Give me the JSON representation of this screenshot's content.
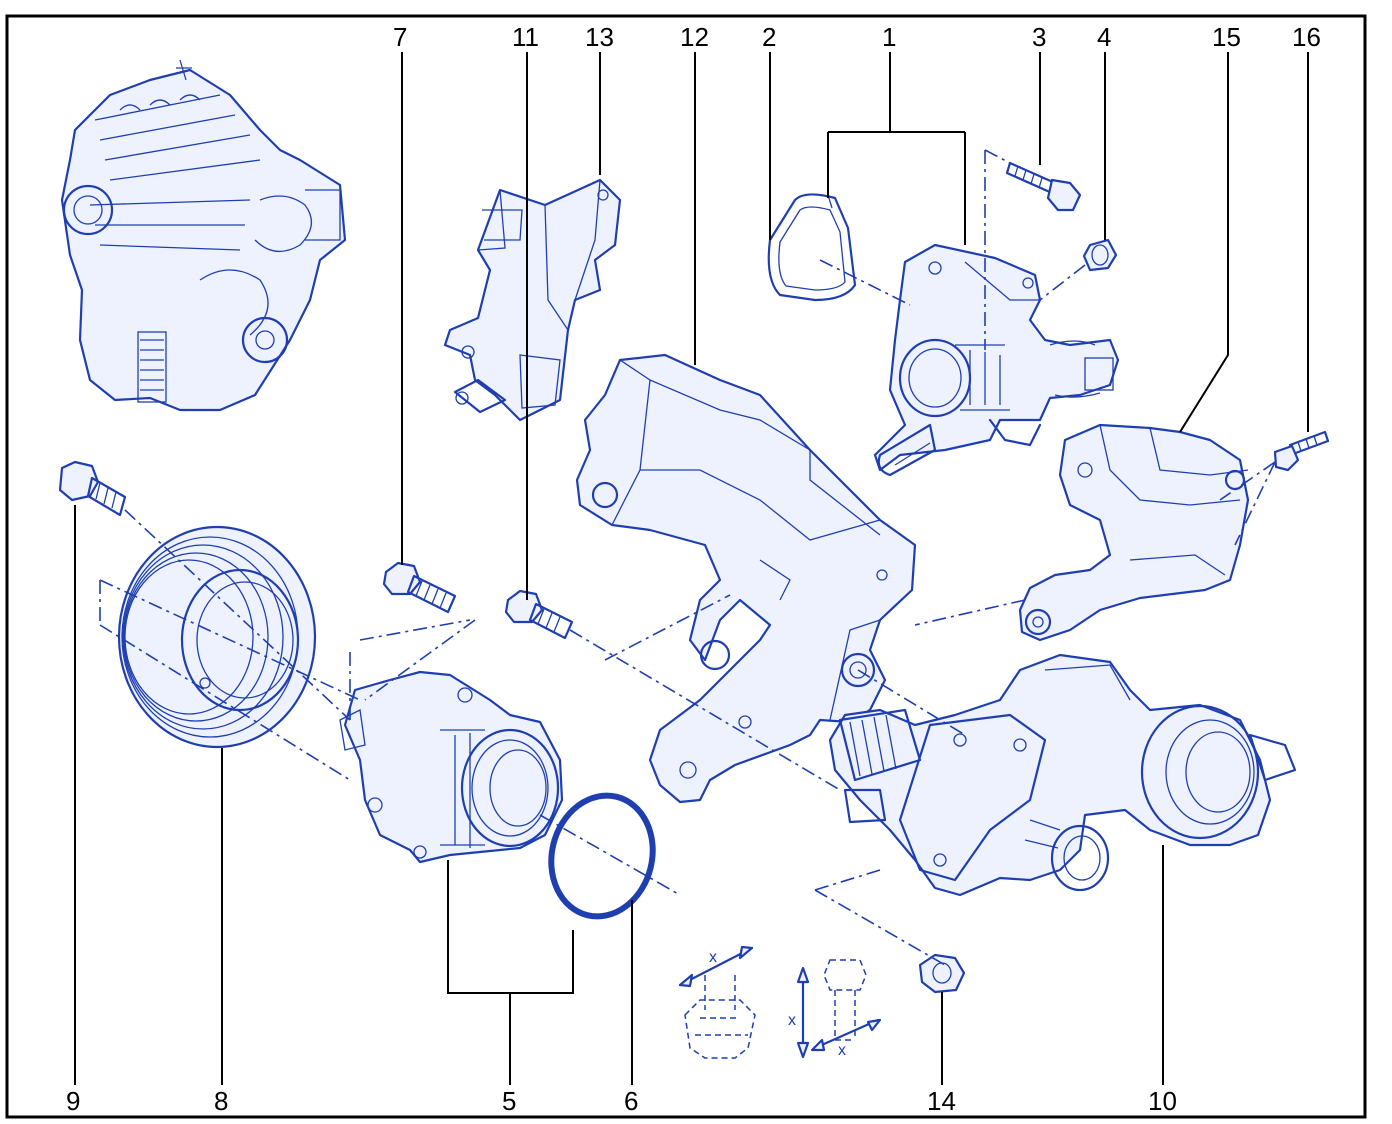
{
  "callouts": {
    "c1": "1",
    "c2": "2",
    "c3": "3",
    "c4": "4",
    "c5": "5",
    "c6": "6",
    "c7": "7",
    "c8": "8",
    "c9": "9",
    "c10": "10",
    "c11": "11",
    "c12": "12",
    "c13": "13",
    "c14": "14",
    "c15": "15",
    "c16": "16"
  },
  "torque_symbols": {
    "nut_x": "x",
    "bolt_x_length": "x",
    "bolt_x_angle": "x"
  },
  "colors": {
    "line_art": "#1f3fb0",
    "callout_text": "#000000",
    "frame": "#000000",
    "background": "#ffffff"
  }
}
